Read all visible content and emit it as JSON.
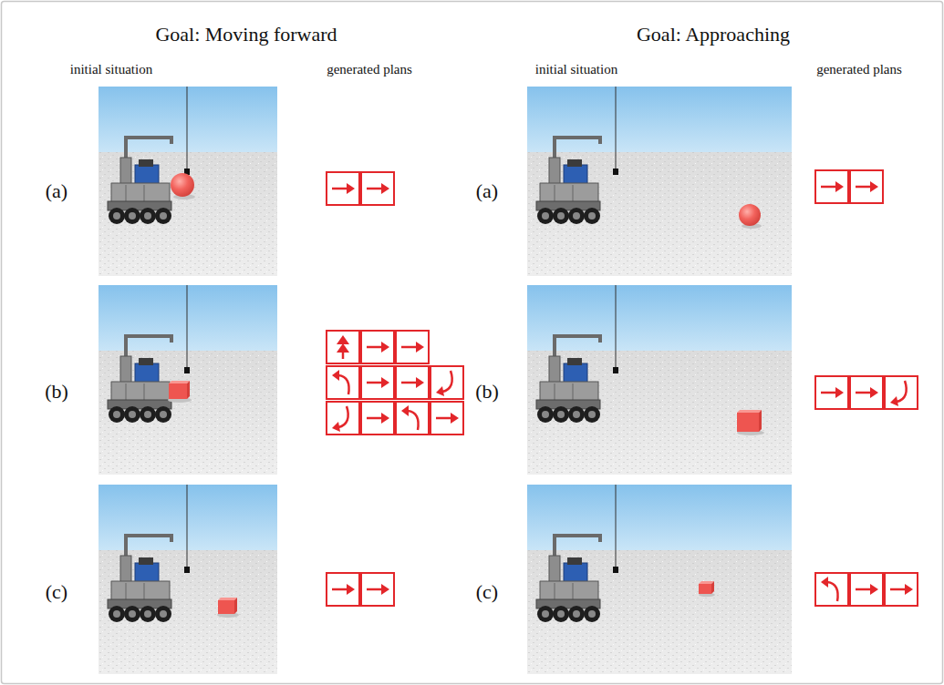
{
  "diagram": {
    "labels": [
      "Goal: Moving forward",
      "Goal: Approaching",
      "initial situation",
      "generated plans",
      "initial situation",
      "generated plans",
      "(a)",
      "(b)",
      "(c)",
      "(a)",
      "(b)",
      "(c)"
    ]
  }
}
